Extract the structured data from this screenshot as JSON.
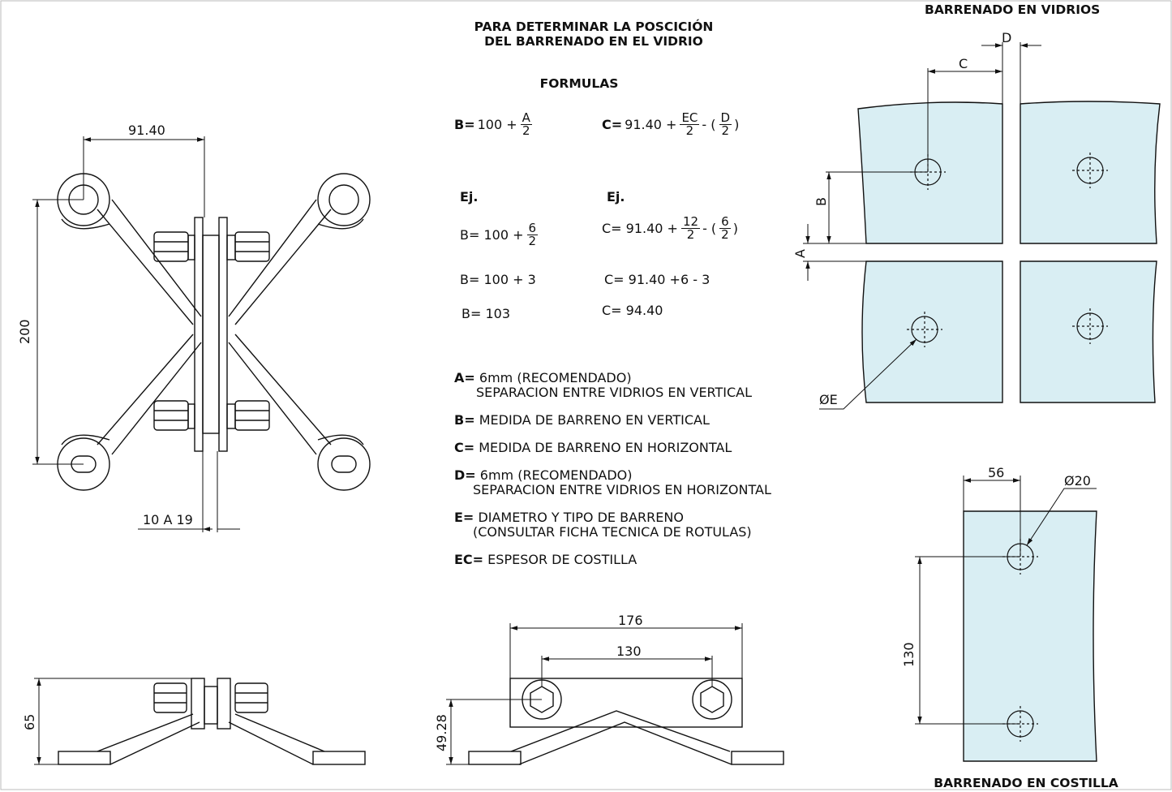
{
  "header": {
    "title_line1": "PARA DETERMINAR LA POSCICIÓN",
    "title_line2": "DEL BARRENADO EN EL VIDRIO",
    "formulas_label": "FORMULAS"
  },
  "formulas": {
    "b_prefix": "B=",
    "b_text": "100 +",
    "b_num": "A",
    "b_den": "2",
    "c_prefix": "C=",
    "c_text": "91.40 +",
    "c_num1": "EC",
    "c_den1": "2",
    "c_mid": "- (",
    "c_num2": "D",
    "c_den2": "2",
    "c_end": ")"
  },
  "example": {
    "ej_label_b": "Ej.",
    "ej_label_c": "Ej.",
    "b1_text": "B= 100 +",
    "b1_num": "6",
    "b1_den": "2",
    "b2": "B= 100 + 3",
    "b3": "B= 103",
    "c1_text": "C= 91.40 +",
    "c1_num1": "12",
    "c1_den1": "2",
    "c1_mid": "- (",
    "c1_num2": "6",
    "c1_den2": "2",
    "c1_end": ")",
    "c2": "C= 91.40 +6 - 3",
    "c3": "C= 94.40"
  },
  "legend": [
    {
      "key": "A=",
      "line1": "6mm (RECOMENDADO)",
      "line2": "SEPARACION ENTRE VIDRIOS EN VERTICAL"
    },
    {
      "key": "B=",
      "line1": "MEDIDA DE BARRENO EN VERTICAL",
      "line2": ""
    },
    {
      "key": "C=",
      "line1": "MEDIDA DE BARRENO EN HORIZONTAL",
      "line2": ""
    },
    {
      "key": "D=",
      "line1": "6mm (RECOMENDADO)",
      "line2": "SEPARACION ENTRE VIDRIOS EN HORIZONTAL"
    },
    {
      "key": "E=",
      "line1": "DIAMETRO Y TIPO DE BARRENO",
      "line2": "(CONSULTAR FICHA TECNICA DE ROTULAS)"
    },
    {
      "key": "EC=",
      "line1": "ESPESOR DE COSTILLA",
      "line2": ""
    }
  ],
  "dims": {
    "front_width": "91.40",
    "front_height": "200",
    "front_thickness": "10 A 19",
    "side_height": "65",
    "top_width_outer": "176",
    "top_width_inner": "130",
    "top_height": "49.28",
    "glass_c": "C",
    "glass_d": "D",
    "glass_b": "B",
    "glass_a": "A",
    "glass_e": "ØE",
    "rib_width": "56",
    "rib_diam": "Ø20",
    "rib_height": "130"
  },
  "sections": {
    "glass_title": "BARRENADO EN VIDRIOS",
    "rib_title": "BARRENADO EN COSTILLA"
  },
  "colors": {
    "glass_fill": "#d9eef3",
    "line": "#111111"
  }
}
